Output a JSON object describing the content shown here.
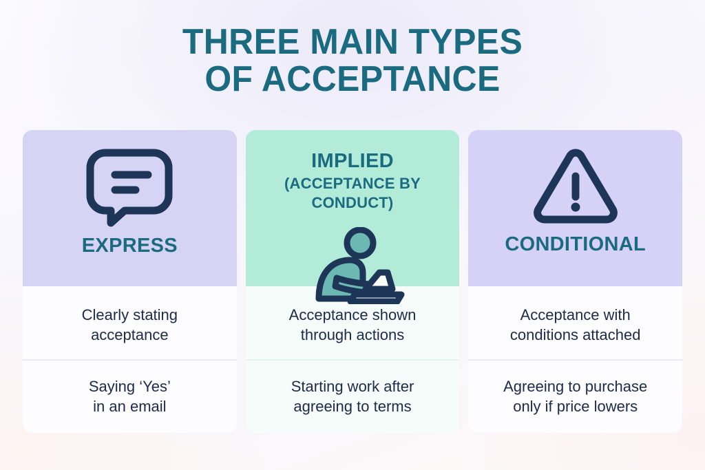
{
  "title": {
    "line1": "THREE MAIN TYPES",
    "line2": "OF ACCEPTANCE"
  },
  "colors": {
    "title_teal": "#1b6b80",
    "icon_navy": "#1d3557",
    "body_text": "#1d2a4a",
    "card_lavender": "#d6d4f5",
    "card_mint": "#b3ebd9",
    "person_fill": "#6cb8b2",
    "divider": "#eceaf8"
  },
  "cards": [
    {
      "key": "express",
      "icon": "speech-bubble-icon",
      "title": "EXPRESS",
      "subtitle": "",
      "description": "Clearly stating acceptance",
      "description_line1": "Clearly stating",
      "description_line2": "acceptance",
      "example": "Saying ‘Yes’ in an email",
      "example_line1": "Saying ‘Yes’",
      "example_line2": "in an email"
    },
    {
      "key": "implied",
      "icon": "person-at-desk-icon",
      "title": "IMPLIED",
      "subtitle_line1": "(ACCEPTANCE BY",
      "subtitle_line2": "CONDUCT)",
      "description": "Acceptance shown through actions",
      "description_line1": "Acceptance shown",
      "description_line2": "through actions",
      "example": "Starting work after agreeing to terms",
      "example_line1": "Starting work after",
      "example_line2": "agreeing to terms"
    },
    {
      "key": "conditional",
      "icon": "warning-triangle-icon",
      "title": "CONDITIONAL",
      "subtitle": "",
      "description": "Acceptance with conditions attached",
      "description_line1": "Acceptance with",
      "description_line2": "conditions attached",
      "example": "Agreeing to purchase only if price lowers",
      "example_line1": "Agreeing to purchase",
      "example_line2": "only if price lowers"
    }
  ]
}
